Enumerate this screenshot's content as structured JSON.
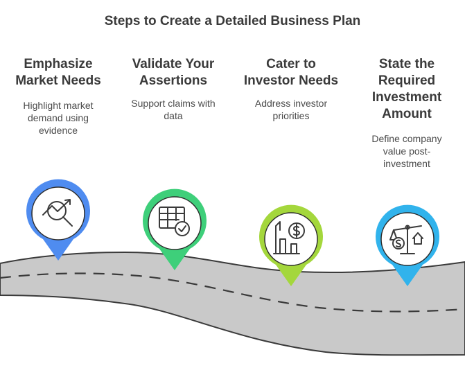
{
  "title": "Steps to Create a Detailed Business Plan",
  "steps": [
    {
      "heading": "Emphasize\nMarket Needs",
      "description": "Highlight market\ndemand using\nevidence",
      "color": "#4f8cf0",
      "icon": "market-analysis-icon"
    },
    {
      "heading": "Validate Your\nAssertions",
      "description": "Support claims with\ndata",
      "color": "#3ecf7a",
      "icon": "checked-table-icon"
    },
    {
      "heading": "Cater to\nInvestor Needs",
      "description": "Address investor\npriorities",
      "color": "#a4d73c",
      "icon": "investor-money-icon"
    },
    {
      "heading": "State the\nRequired\nInvestment\nAmount",
      "description": "Define company\nvalue post-\ninvestment",
      "color": "#31b3ec",
      "icon": "valuation-scale-icon"
    }
  ]
}
